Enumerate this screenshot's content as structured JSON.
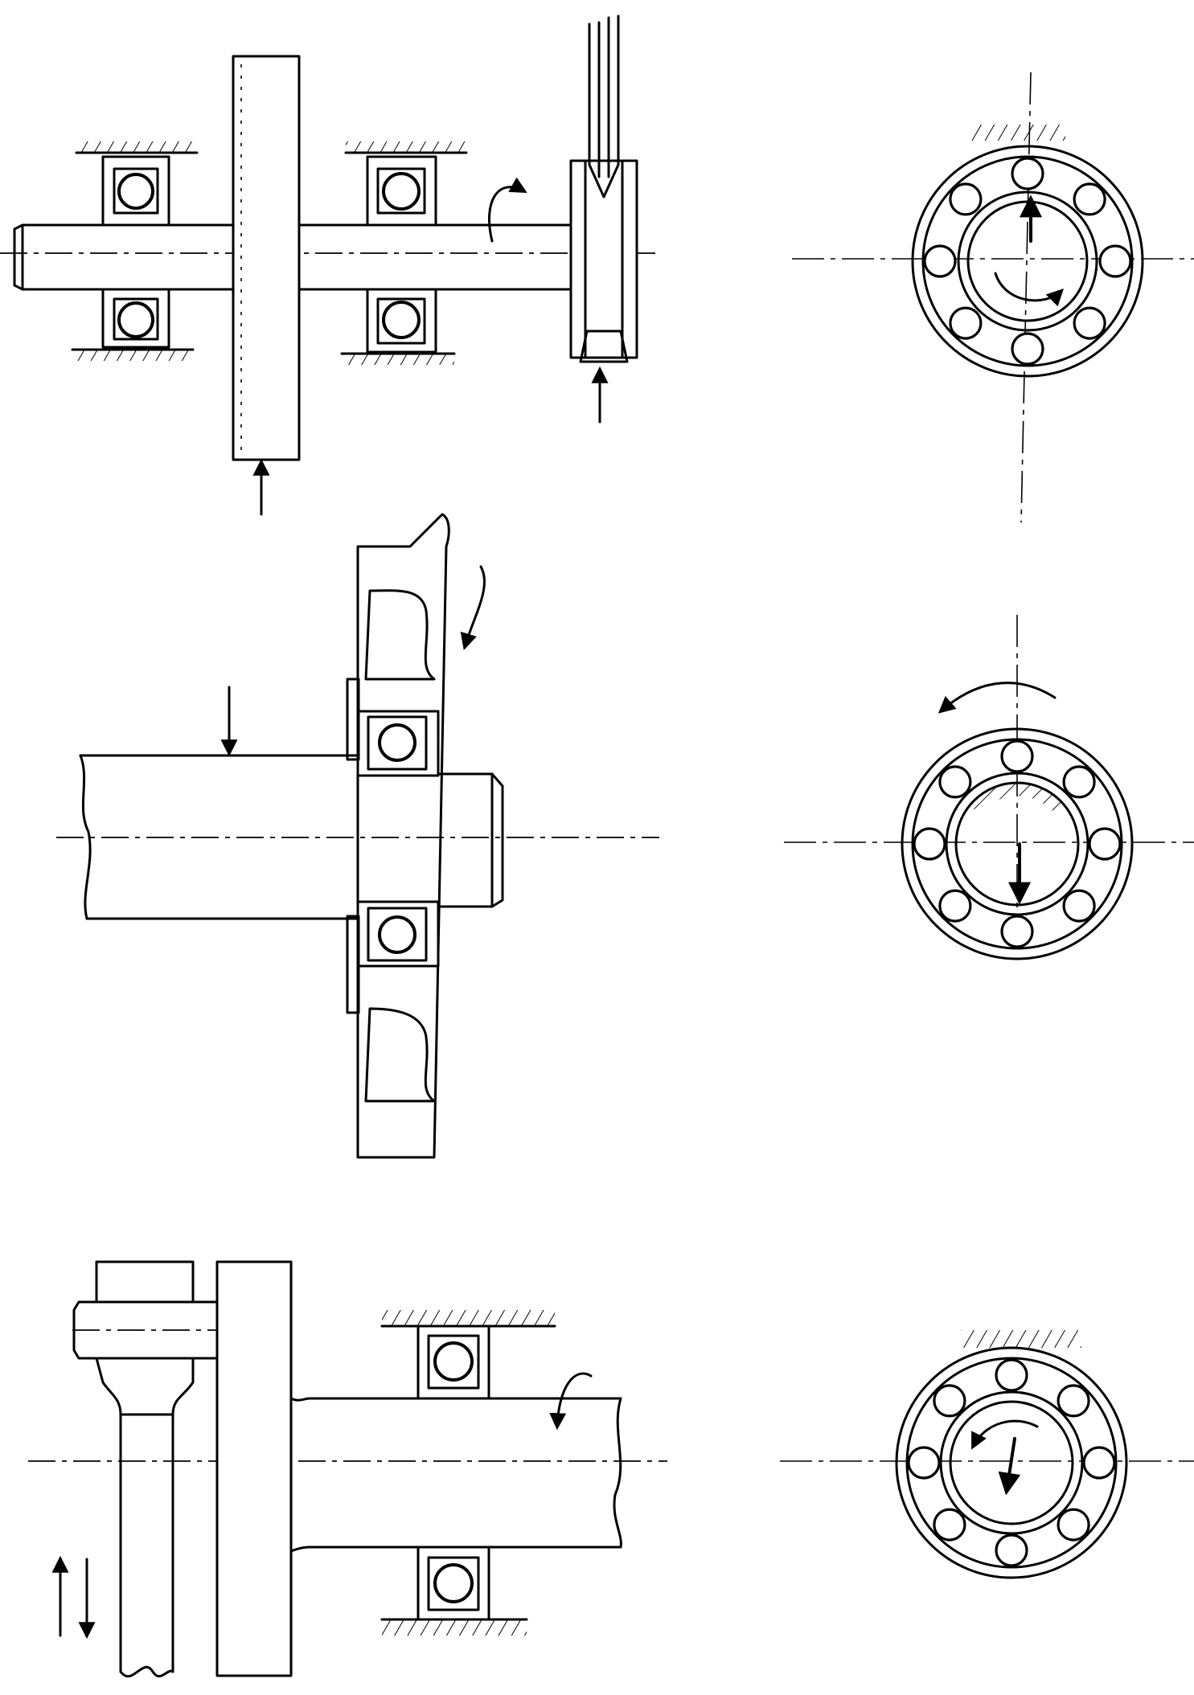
{
  "figure": {
    "background": "#ffffff",
    "ink": "#000000",
    "panels": [
      {
        "id": "case-1",
        "side_view": "shaft-gear-pulley-two-bearings",
        "end_view": "bearing-load-rotating-inner-ring"
      },
      {
        "id": "case-2",
        "side_view": "stationary-shaft-rotating-hub",
        "end_view": "bearing-load-rotating-outer-ring"
      },
      {
        "id": "case-3",
        "side_view": "crank-shaft-oscillating-load",
        "end_view": "bearing-oscillating-load"
      }
    ],
    "bearing_balls": 8
  }
}
